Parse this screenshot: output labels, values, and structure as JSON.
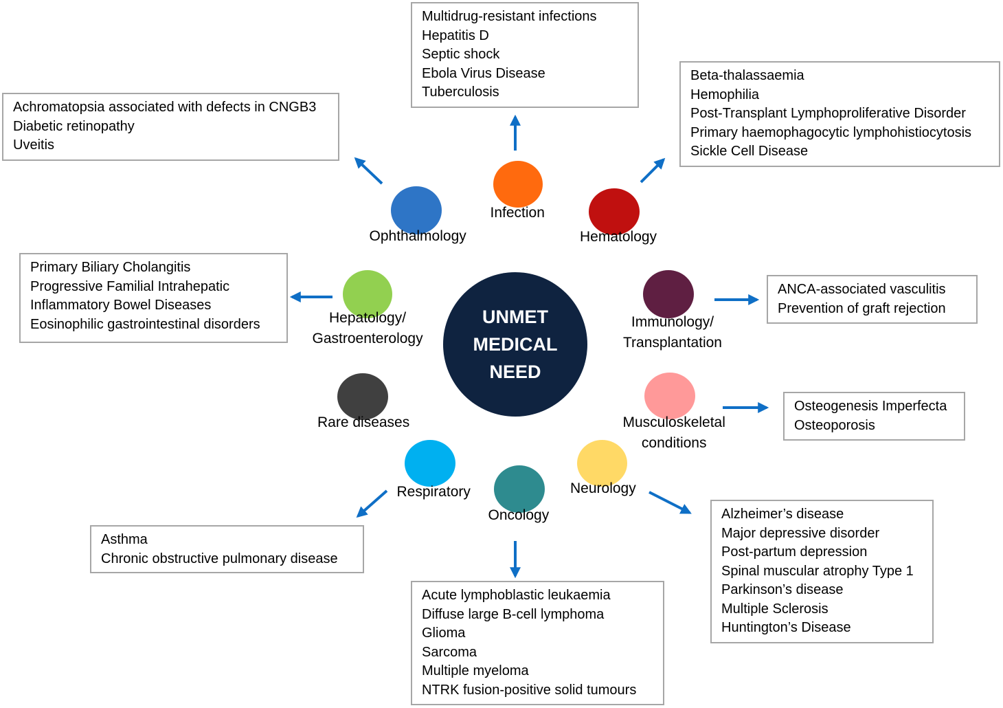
{
  "center": {
    "lines": [
      "UNMET",
      "MEDICAL",
      "NEED"
    ],
    "color": "#0f2340"
  },
  "areas": [
    {
      "id": "infection",
      "label": [
        "Infection"
      ],
      "color": "#ff6a0e",
      "conditions": [
        "Multidrug-resistant infections",
        "Hepatitis D",
        "Septic shock",
        "Ebola Virus Disease",
        "Tuberculosis"
      ]
    },
    {
      "id": "hematology",
      "label": [
        "Hematology"
      ],
      "color": "#c0100f",
      "conditions": [
        "Beta-thalassaemia",
        "Hemophilia",
        "Post-Transplant Lymphoproliferative Disorder",
        "Primary haemophagocytic lymphohistiocytosis",
        "Sickle Cell Disease"
      ]
    },
    {
      "id": "immunology",
      "label": [
        "Immunology/",
        "Transplantation"
      ],
      "color": "#5f1f42",
      "conditions": [
        "ANCA-associated vasculitis",
        "Prevention of graft rejection"
      ]
    },
    {
      "id": "musculoskeletal",
      "label": [
        "Musculoskeletal",
        "conditions"
      ],
      "color": "#ff9999",
      "conditions": [
        "Osteogenesis Imperfecta",
        "Osteoporosis"
      ]
    },
    {
      "id": "neurology",
      "label": [
        "Neurology"
      ],
      "color": "#ffd966",
      "conditions": [
        "Alzheimer’s disease",
        "Major depressive disorder",
        "Post-partum depression",
        "Spinal muscular atrophy Type 1",
        "Parkinson’s disease",
        "Multiple Sclerosis",
        "Huntington’s Disease"
      ]
    },
    {
      "id": "oncology",
      "label": [
        "Oncology"
      ],
      "color": "#2e8b8f",
      "conditions": [
        "Acute lymphoblastic leukaemia",
        "Diffuse large B-cell lymphoma",
        "Glioma",
        "Sarcoma",
        "Multiple myeloma",
        "NTRK fusion-positive solid tumours"
      ]
    },
    {
      "id": "respiratory",
      "label": [
        "Respiratory"
      ],
      "color": "#00b0f0",
      "conditions": [
        "Asthma",
        "Chronic obstructive pulmonary disease"
      ]
    },
    {
      "id": "rare",
      "label": [
        "Rare diseases"
      ],
      "color": "#404040",
      "conditions": []
    },
    {
      "id": "hepatology",
      "label": [
        "Hepatology/",
        "Gastroenterology"
      ],
      "color": "#92d050",
      "conditions": [
        "Primary Biliary Cholangitis",
        "Progressive Familial Intrahepatic",
        "Inflammatory Bowel Diseases",
        "Eosinophilic gastrointestinal disorders"
      ]
    },
    {
      "id": "ophthalmology",
      "label": [
        "Ophthalmology"
      ],
      "color": "#2e75c6",
      "conditions": [
        "Achromatopsia associated with defects in CNGB3",
        "Diabetic retinopathy",
        "Uveitis"
      ]
    }
  ],
  "arrow_color": "#0f6fc6"
}
